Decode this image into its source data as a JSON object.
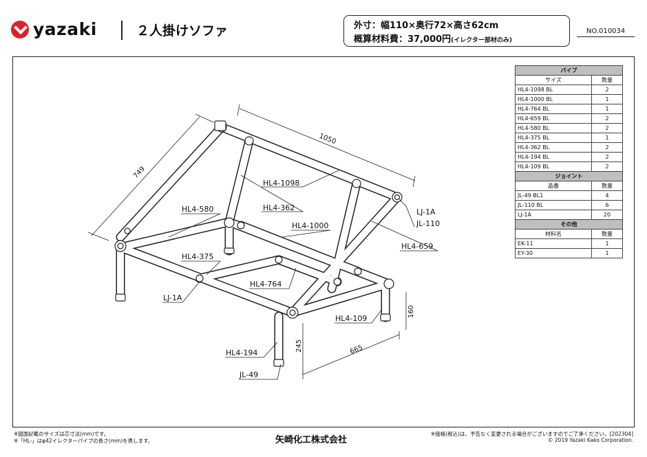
{
  "header": {
    "brand": "yazaki",
    "title": "２人掛けソファ",
    "size_spec": "外寸：幅110×奥行72×高さ62cm",
    "price_label": "概算材料費：37,000円",
    "price_note": "(イレクター部材のみ)",
    "doc_no": "NO.010034"
  },
  "drawing": {
    "dims": {
      "d1050": "1050",
      "d749": "749",
      "d665": "665",
      "d245": "245",
      "d160": "160"
    },
    "labels": {
      "hl4_1098": "HL4-1098",
      "hl4_362": "HL4-362",
      "hl4_580": "HL4-580",
      "hl4_1000": "HL4-1000",
      "lj_1a_top": "LJ-1A",
      "jl_110": "JL-110",
      "hl4_659": "HL4-659",
      "hl4_375": "HL4-375",
      "hl4_764": "HL4-764",
      "lj_1a_left": "LJ-1A",
      "hl4_109": "HL4-109",
      "hl4_194": "HL4-194",
      "jl_49": "JL-49"
    }
  },
  "parts": {
    "pipe_title": "パイプ",
    "pipe_headers": [
      "サイズ",
      "数量"
    ],
    "pipes": [
      [
        "HL4-1098 BL",
        "2"
      ],
      [
        "HL4-1000 BL",
        "1"
      ],
      [
        "HL4-764 BL",
        "1"
      ],
      [
        "HL4-659 BL",
        "2"
      ],
      [
        "HL4-580 BL",
        "2"
      ],
      [
        "HL4-375 BL",
        "1"
      ],
      [
        "HL4-362 BL",
        "2"
      ],
      [
        "HL4-194 BL",
        "2"
      ],
      [
        "HL4-109 BL",
        "2"
      ]
    ],
    "joint_title": "ジョイント",
    "joint_headers": [
      "品番",
      "数量"
    ],
    "joints": [
      [
        "JL-49 BL1",
        "4"
      ],
      [
        "JL-110 BL",
        "6"
      ],
      [
        "LJ-1A",
        "20"
      ]
    ],
    "other_title": "その他",
    "other_headers": [
      "材料名",
      "数量"
    ],
    "others": [
      [
        "EK-11",
        "1"
      ],
      [
        "EY-30",
        "1"
      ]
    ]
  },
  "footer": {
    "note1": "※図面記載のサイズは芯寸法(mm)です。",
    "note2": "※「HL-」はφ42イレクターパイプの長さ(mm)を表します。",
    "company": "矢崎化工株式会社",
    "price_note": "※価格(税込)は、予告なく変更される場合がございますのでご了承ください。[202304]",
    "copyright": "© 2019 Yazaki Kako Corporation."
  },
  "colors": {
    "brand_red": "#d8232a",
    "section_gray": "#bfbfbf"
  }
}
